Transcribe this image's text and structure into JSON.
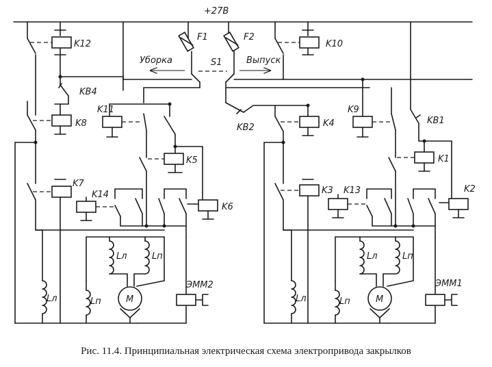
{
  "labels": {
    "supply": "+27B",
    "f1": "F1",
    "f2": "F2",
    "s1": "S1",
    "retract": "Уборка",
    "extend": "Выпуск",
    "k12": "K12",
    "kv4": "KB4",
    "k8": "K8",
    "k11": "K11",
    "k7": "K7",
    "k14": "K14",
    "k5": "K5",
    "k6": "K6",
    "k10": "K10",
    "kv2": "KB2",
    "k9": "K9",
    "k4": "K4",
    "kv1": "KB1",
    "k1": "K1",
    "k3": "K3",
    "k13": "K13",
    "k2": "K2",
    "emm2": "ЭММ2",
    "emm1": "ЭММ1",
    "motor": "M",
    "ll": "Lл",
    "lp": "Lп"
  },
  "caption": "Рис. 11.4. Принципиальная электрическая схема электропривода закрылков"
}
